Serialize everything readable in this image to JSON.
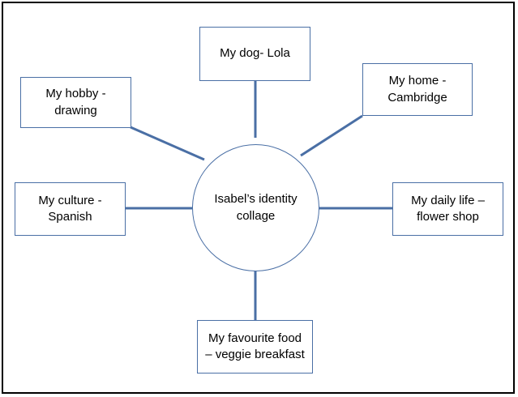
{
  "diagram": {
    "center": {
      "line1": "Isabel’s identity",
      "line2": "collage"
    },
    "nodes": {
      "dog": {
        "line1": "My dog- Lola"
      },
      "hobby": {
        "line1": "My hobby -",
        "line2": "drawing"
      },
      "home": {
        "line1": "My home -",
        "line2": "Cambridge"
      },
      "culture": {
        "line1": "My culture -",
        "line2": "Spanish"
      },
      "daily": {
        "line1": "My daily life –",
        "line2": "flower shop"
      },
      "food": {
        "line1": "My favourite food",
        "line2": "– veggie breakfast"
      }
    },
    "colors": {
      "line": "#4a6fa5",
      "border": "#000000"
    }
  }
}
